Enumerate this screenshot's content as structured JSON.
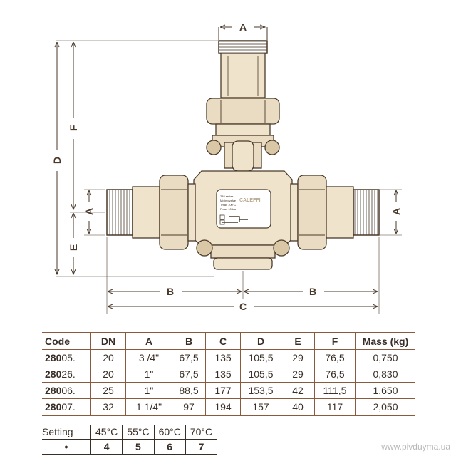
{
  "drawing": {
    "dim_labels": {
      "a_top": "A",
      "a_left": "A",
      "a_right": "A",
      "b_left": "B",
      "b_right": "B",
      "c": "C",
      "d": "D",
      "e": "E",
      "f": "F"
    },
    "nameplate": {
      "logo": "CALEFFI",
      "line1": "288 series",
      "line2": "Mixing valve",
      "line3": "Tmax 100°C",
      "line4": "Pmax 10 bar"
    }
  },
  "table": {
    "headers": [
      "Code",
      "DN",
      "A",
      "B",
      "C",
      "D",
      "E",
      "F",
      "Mass (kg)"
    ],
    "rows": [
      {
        "code_bold": "280",
        "code_rest": "05.",
        "dn": "20",
        "a": "3 /4\"",
        "b": "67,5",
        "c": "135",
        "d": "105,5",
        "e": "29",
        "f": "76,5",
        "mass": "0,750"
      },
      {
        "code_bold": "280",
        "code_rest": "26.",
        "dn": "20",
        "a": "1\"",
        "b": "67,5",
        "c": "135",
        "d": "105,5",
        "e": "29",
        "f": "76,5",
        "mass": "0,830"
      },
      {
        "code_bold": "280",
        "code_rest": "06.",
        "dn": "25",
        "a": "1\"",
        "b": "88,5",
        "c": "177",
        "d": "153,5",
        "e": "42",
        "f": "111,5",
        "mass": "1,650"
      },
      {
        "code_bold": "280",
        "code_rest": "07.",
        "dn": "32",
        "a": "1 1/4\"",
        "b": "97",
        "c": "194",
        "d": "157",
        "e": "40",
        "f": "117",
        "mass": "2,050"
      }
    ]
  },
  "settings": {
    "label": "Setting",
    "temps": [
      "45°C",
      "55°C",
      "60°C",
      "70°C"
    ],
    "marker": "•",
    "values": [
      "4",
      "5",
      "6",
      "7"
    ]
  },
  "watermark": "www.pivduyma.ua",
  "colors": {
    "line": "#4a3a2a",
    "body_fill": "#efe3cc",
    "dark_fill": "#d9c7a6",
    "table_border": "#8a5a3c"
  }
}
